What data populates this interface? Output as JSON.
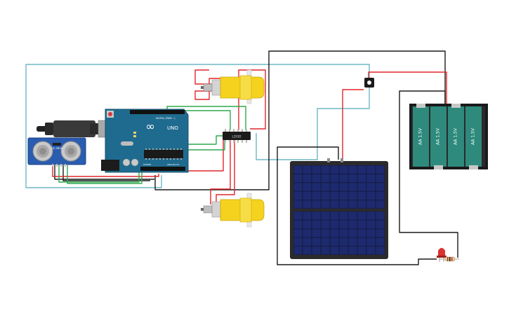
{
  "arduino": {
    "logo": "∞",
    "model": "UNO",
    "brand": "DIGITAL (PWM ~)",
    "power_label": "POWER",
    "analog_label": "ANALOG IN"
  },
  "ultrasonic": {
    "model": "HC-SR04"
  },
  "driver": {
    "label": "L293D"
  },
  "battery": {
    "cells": [
      "AA 1.5V",
      "AA 1.5V",
      "AA 1.5V",
      "AA 1.5V"
    ]
  },
  "colors": {
    "wire_red": "#e0262b",
    "wire_black": "#1a1a1a",
    "wire_green": "#2fa84f",
    "wire_teal": "#6fb7c3",
    "board_blue": "#1f6b8f",
    "motor_yellow": "#f4d21e",
    "battery_green": "#2e8a7c",
    "solar_blue": "#1d2a6e"
  }
}
